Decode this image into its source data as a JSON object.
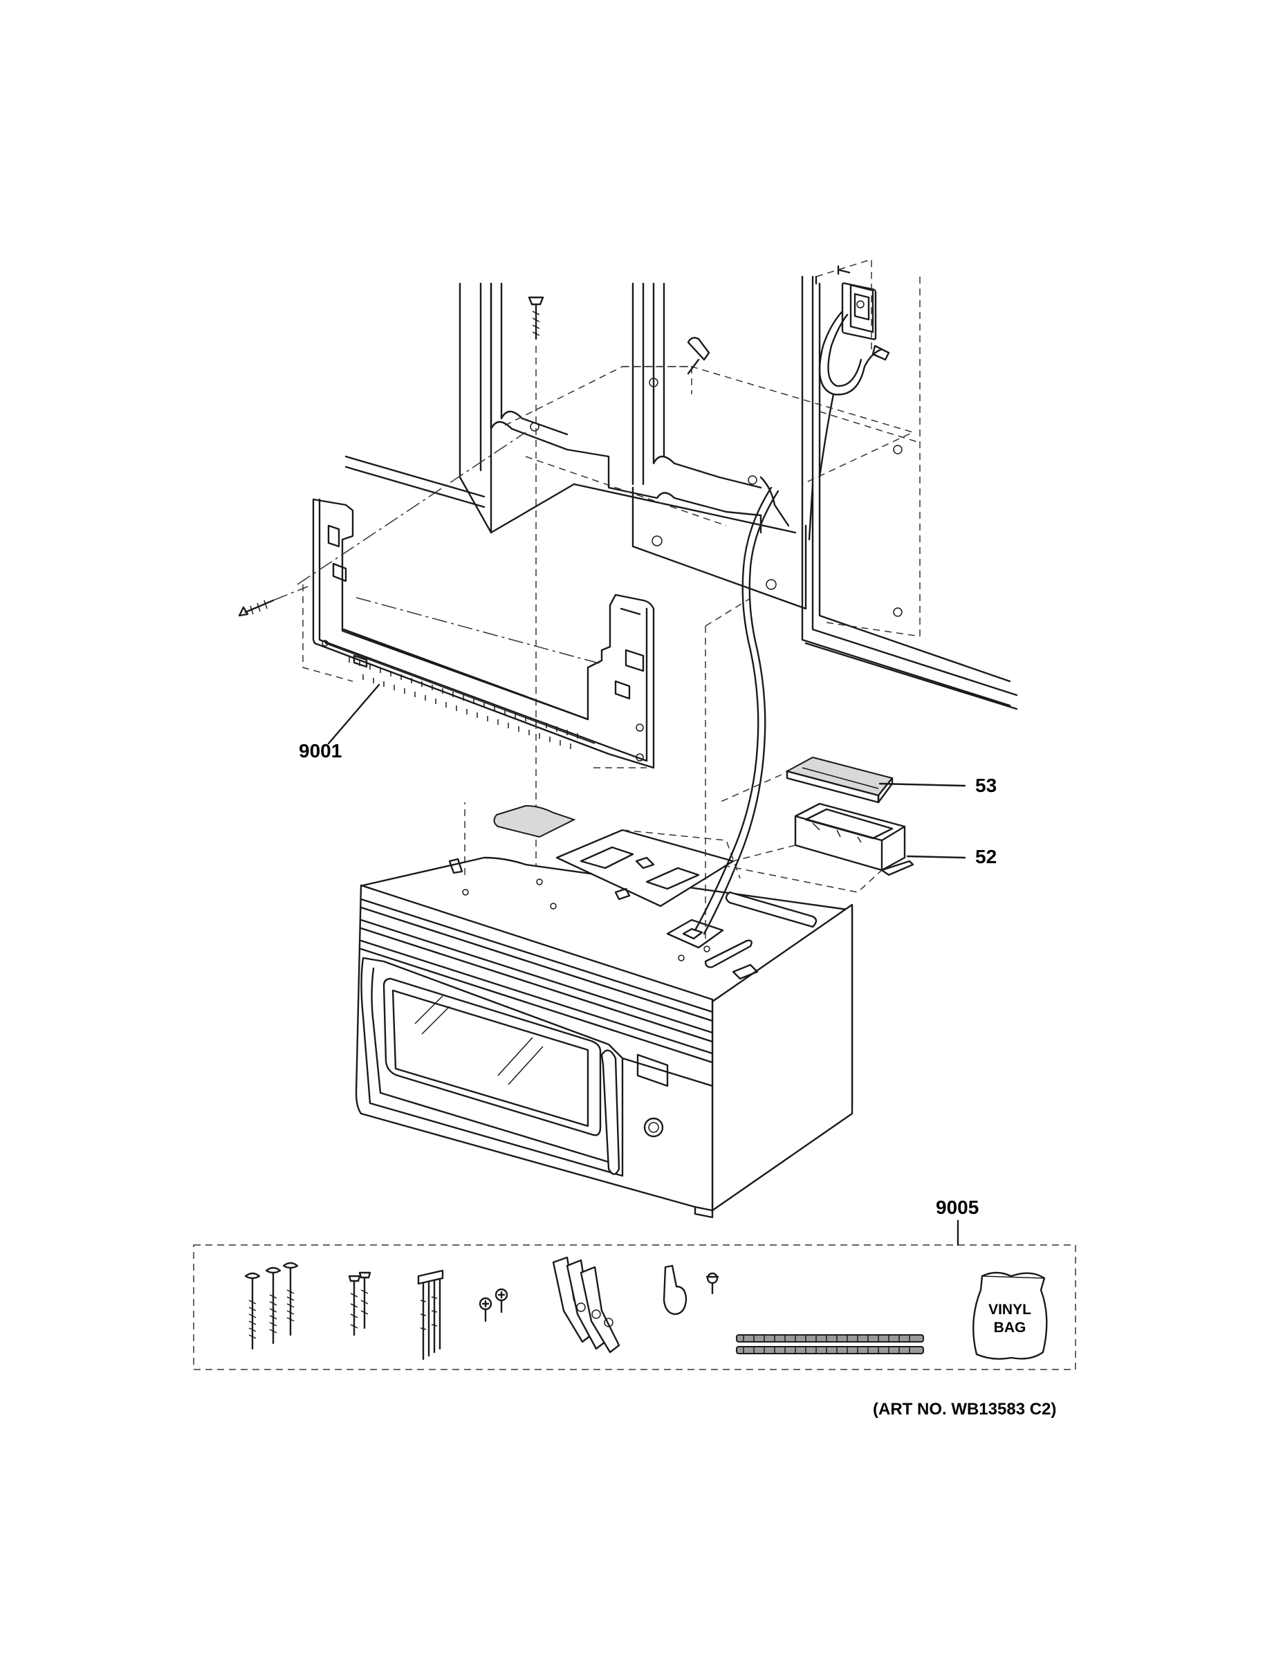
{
  "callouts": {
    "bracket": "9001",
    "cover": "53",
    "case": "52",
    "hardware_kit": "9005"
  },
  "vinyl_bag": {
    "line1": "VINYL",
    "line2": "BAG"
  },
  "art_number": "(ART NO. WB13583 C2)"
}
